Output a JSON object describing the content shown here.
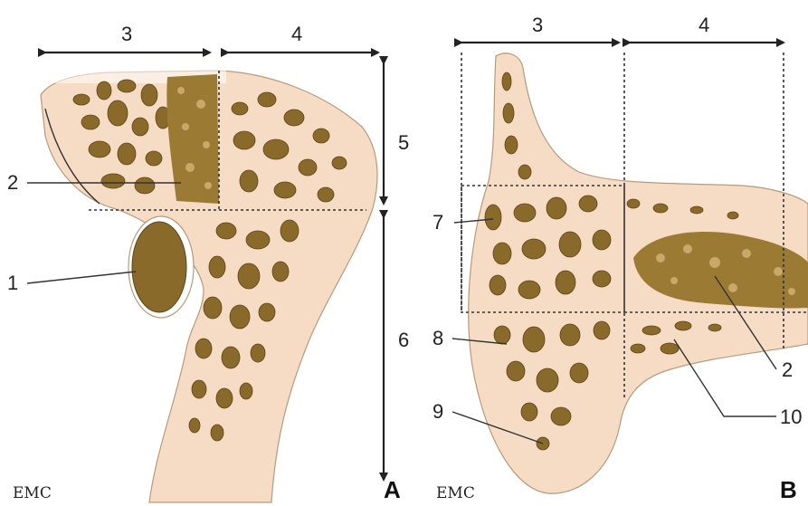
{
  "panels": {
    "a": {
      "letter": "A",
      "logo": "EMC",
      "dimension_labels": {
        "top_left": "3",
        "top_right": "4",
        "right_upper": "5",
        "right_lower": "6"
      },
      "callouts": {
        "canal": "1",
        "dense": "2"
      }
    },
    "b": {
      "letter": "B",
      "logo": "EMC",
      "dimension_labels": {
        "top_left": "3",
        "top_right": "4"
      },
      "callouts": {
        "c7": "7",
        "c8": "8",
        "c9": "9",
        "c2": "2",
        "c10": "10"
      }
    }
  },
  "colors": {
    "bone": "#f6dcc4",
    "trabecula": "#8a6a2a",
    "outline": "#b89a7c"
  }
}
